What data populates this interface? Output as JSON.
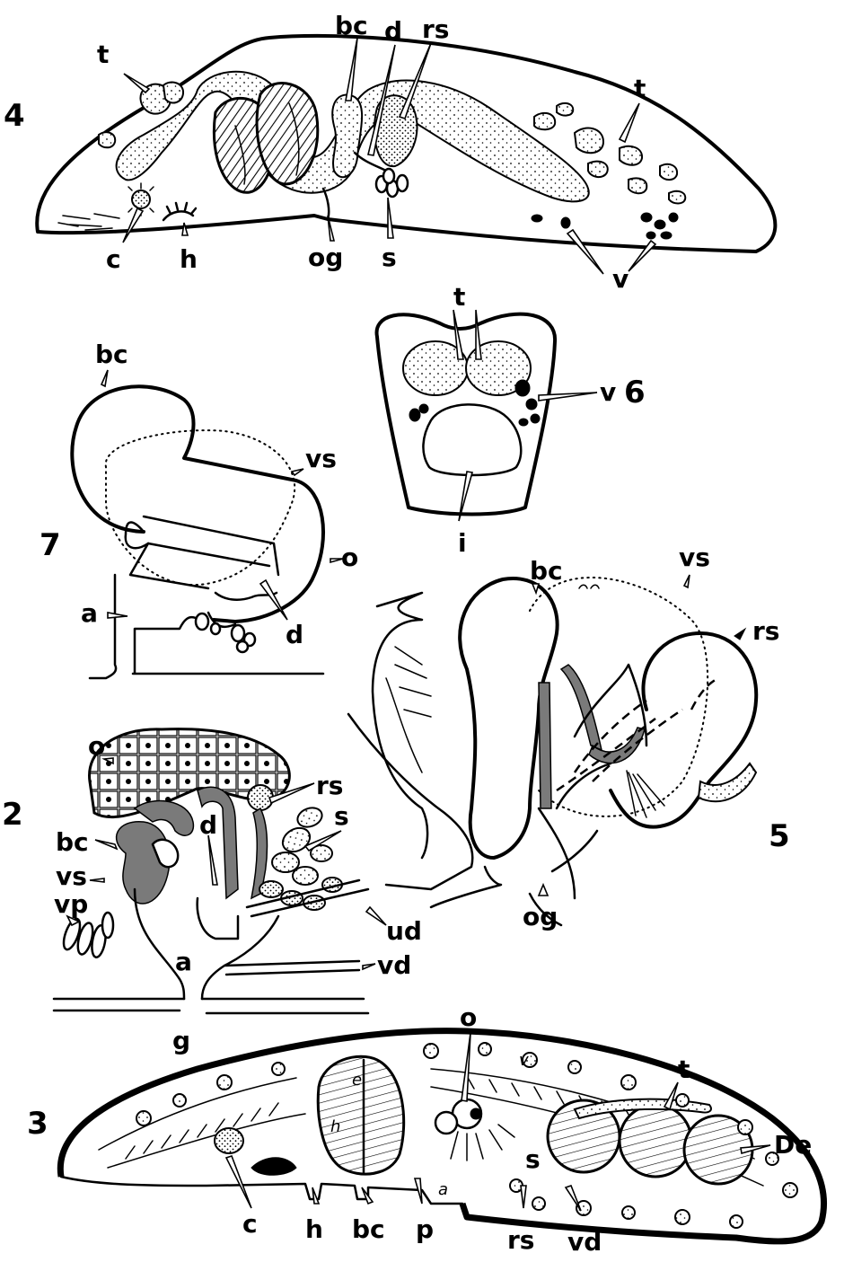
{
  "figures": {
    "fig2": {
      "number": "2",
      "labels": {
        "o": "o",
        "rs": "rs",
        "s": "s",
        "d": "d",
        "bc": "bc",
        "vs": "vs",
        "vp": "vp",
        "ud": "ud",
        "a": "a",
        "vd": "vd",
        "g": "g"
      }
    },
    "fig3": {
      "number": "3",
      "labels": {
        "o": "o",
        "t": "t",
        "De": "De",
        "s": "s",
        "c": "c",
        "h": "h",
        "bc": "bc",
        "p": "p",
        "rs": "rs",
        "vd": "vd"
      },
      "inner_labels": {
        "e": "e",
        "h": "h",
        "a": "a",
        "v": "v"
      }
    },
    "fig4": {
      "number": "4",
      "labels": {
        "bc": "bc",
        "d": "d",
        "rs": "rs",
        "t_left": "t",
        "t_right": "t",
        "c": "c",
        "h": "h",
        "og": "og",
        "s": "s",
        "v": "v"
      }
    },
    "fig5": {
      "number": "5",
      "labels": {
        "bc": "bc",
        "vs": "vs",
        "rs": "rs",
        "og": "og"
      }
    },
    "fig6": {
      "number": "6",
      "labels": {
        "t": "t",
        "v": "v",
        "i": "i"
      }
    },
    "fig7": {
      "number": "7",
      "labels": {
        "bc": "bc",
        "vs": "vs",
        "o": "o",
        "a": "a",
        "d": "d"
      }
    }
  }
}
